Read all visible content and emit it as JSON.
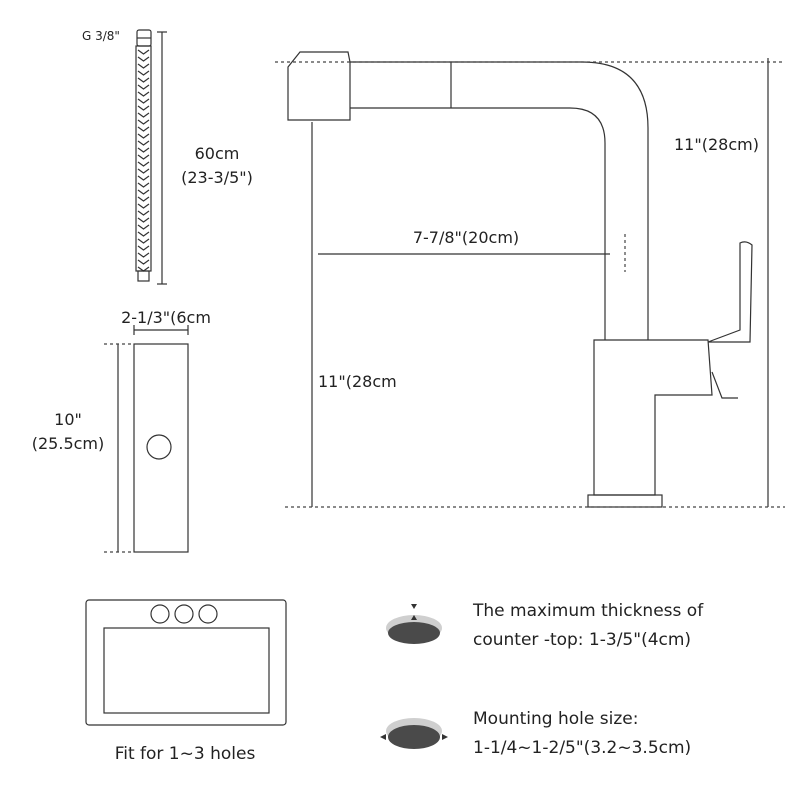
{
  "hose": {
    "thread_label": "G 3/8\"",
    "length_label": [
      "60cm",
      "(23-3/5\")"
    ]
  },
  "deck_plate": {
    "width_label": "2-1/3\"(6cm",
    "height_label": [
      "10\"",
      "(25.5cm)"
    ]
  },
  "faucet": {
    "total_height_label": "11\"(28cm)",
    "spout_reach_label": "7-7/8\"(20cm)",
    "spout_height_label": "11\"(28cm"
  },
  "sink": {
    "caption": "Fit for 1~3 holes"
  },
  "specs": [
    {
      "icon": "countertop-thickness-icon",
      "lines": [
        "The maximum thickness of",
        "counter -top: 1-3/5\"(4cm)"
      ]
    },
    {
      "icon": "mounting-hole-icon",
      "lines": [
        "Mounting hole size:",
        "1-1/4~1-2/5\"(3.2~3.5cm)"
      ]
    }
  ],
  "colors": {
    "line": "#333333",
    "fill_dark": "#4a4a4a",
    "fill_light": "#cfcfcf"
  }
}
